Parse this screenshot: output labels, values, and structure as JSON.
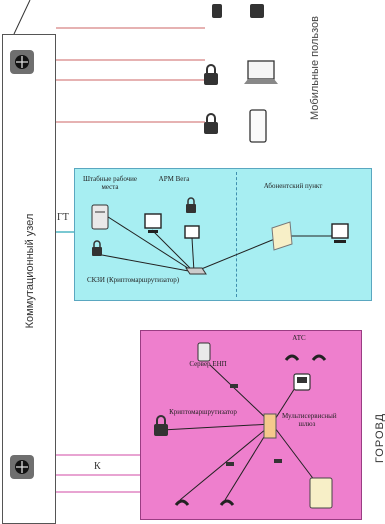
{
  "hub": {
    "label": "Коммутационный узел"
  },
  "mobile": {
    "label": "Мобильные пользов"
  },
  "links": {
    "gt": "ГТ",
    "k": "К"
  },
  "office_panel": {
    "workplaces": "Штабные рабочие места",
    "arm": "АРМ Вега",
    "subscriber": "Абонентский пункт",
    "skzi": "СКЗИ (Криптомаршрутизатор)"
  },
  "city_panel": {
    "ats": "АТС",
    "server": "Сервер ЕНП",
    "crypto_router": "Криптомаршрутизатор",
    "gateway": "Мультисервисный шлюз"
  },
  "gorod": "ГОРОВД"
}
